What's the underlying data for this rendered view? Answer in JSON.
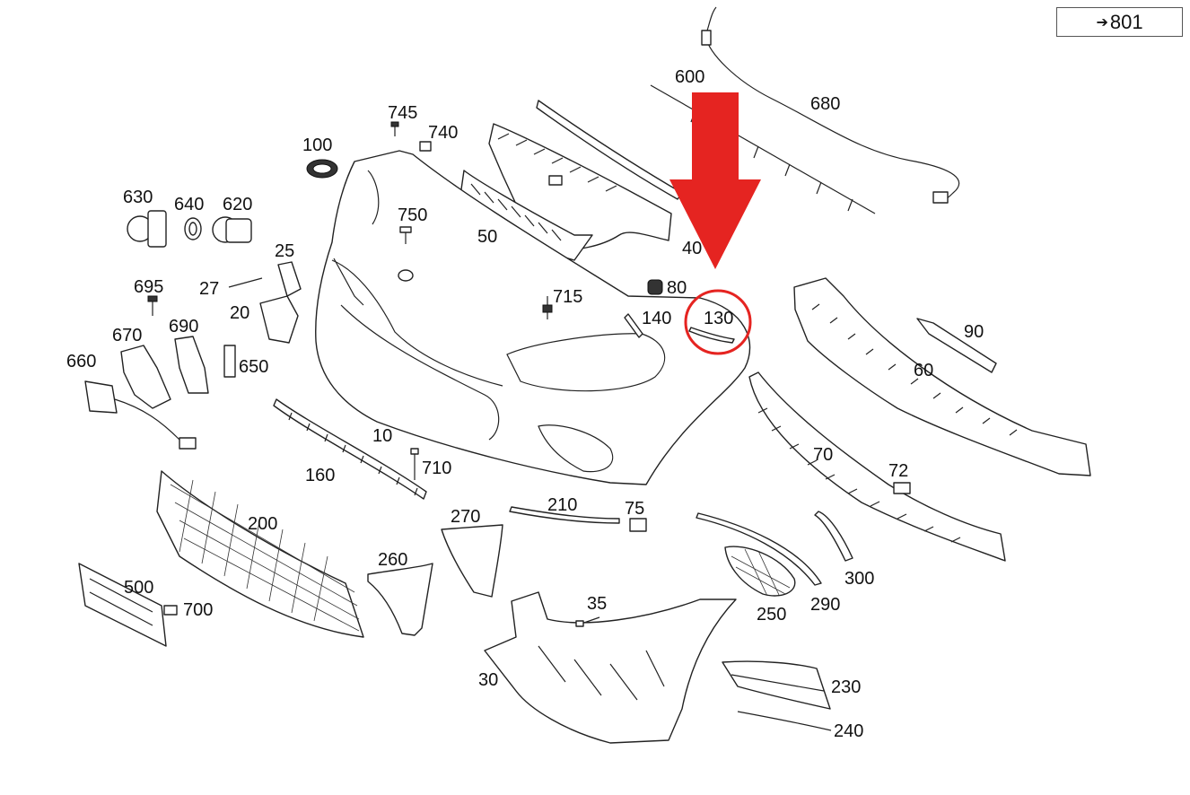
{
  "reference": {
    "arrow": "➔",
    "code": "801"
  },
  "labels": {
    "l600": "600",
    "l680": "680",
    "l745": "745",
    "l740": "740",
    "l100": "100",
    "l630": "630",
    "l640": "640",
    "l620": "620",
    "l750": "750",
    "l50": "50",
    "l40": "40",
    "l25": "25",
    "l27": "27",
    "l695": "695",
    "l20": "20",
    "l715": "715",
    "l80": "80",
    "l140": "140",
    "l130": "130",
    "l90": "90",
    "l670": "670",
    "l690": "690",
    "l660": "660",
    "l650": "650",
    "l60": "60",
    "l10": "10",
    "l710": "710",
    "l160": "160",
    "l70": "70",
    "l72": "72",
    "l210": "210",
    "l75": "75",
    "l270": "270",
    "l200": "200",
    "l260": "260",
    "l300": "300",
    "l290": "290",
    "l250": "250",
    "l35": "35",
    "l500": "500",
    "l700": "700",
    "l30": "30",
    "l230": "230",
    "l240": "240"
  },
  "highlight": {
    "target_part": "130",
    "arrow_color": "#e52421",
    "circle_color": "#e52421"
  }
}
